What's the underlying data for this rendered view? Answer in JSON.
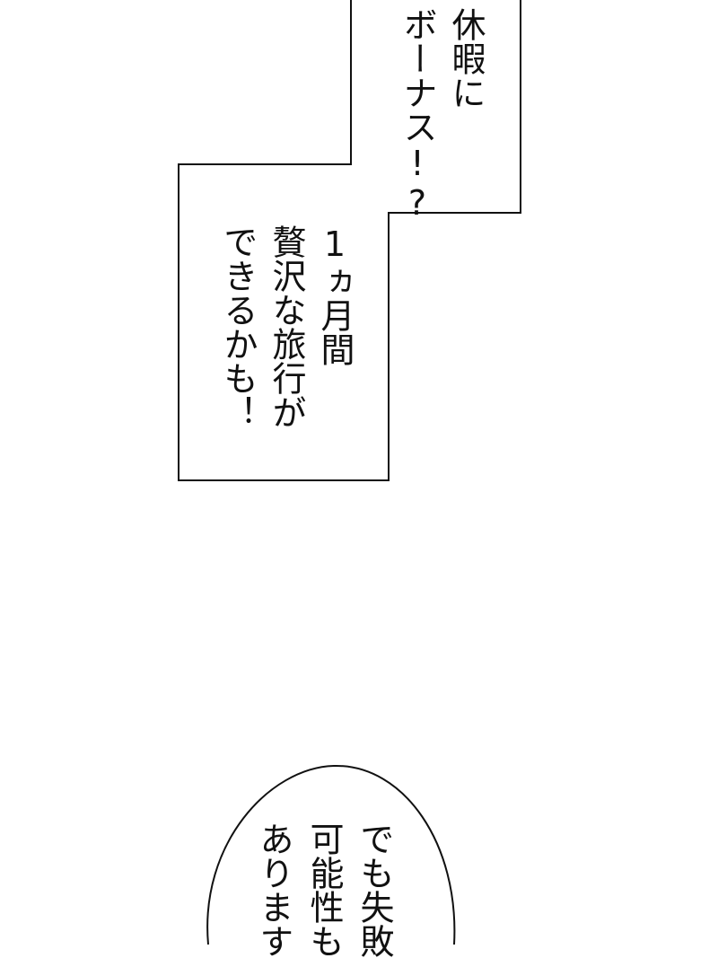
{
  "caption_top": {
    "lines": [
      "休暇に",
      "ボーナス!?"
    ]
  },
  "caption_middle": {
    "lines": [
      "1ヵ月間",
      "贅沢な旅行が",
      "できるかも！"
    ]
  },
  "speech_bubble": {
    "lines": [
      "でも失敗",
      "可能性も",
      "あります"
    ]
  },
  "colors": {
    "background": "#ffffff",
    "ink": "#111111"
  }
}
